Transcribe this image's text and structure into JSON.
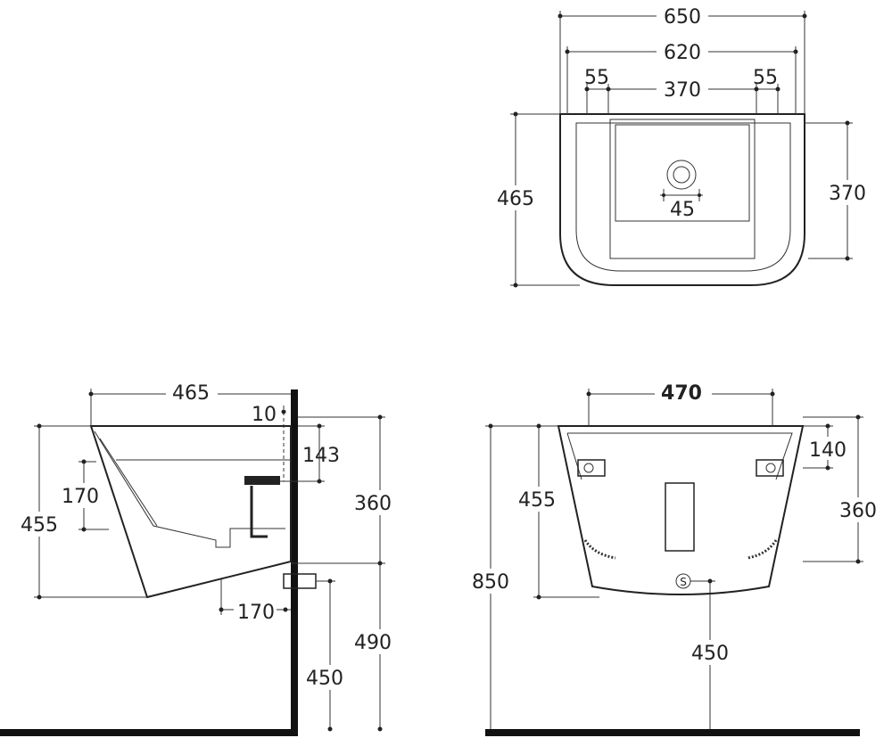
{
  "top_view": {
    "width_overall": "650",
    "width_inner": "620",
    "offset_left": "55",
    "offset_right": "55",
    "tap_spacing": "370",
    "depth_overall": "465",
    "depth_bowl": "370",
    "drain_diameter": "45"
  },
  "side_view": {
    "depth": "465",
    "wall_gap": "10",
    "height": "455",
    "bracket_height": "143",
    "bowl_depth": "170",
    "drain_offset": "170",
    "rim_to_drain": "360",
    "drain_to_floor": "490",
    "outlet_height": "450"
  },
  "front_view": {
    "fixing_spacing": "470",
    "fixing_height": "140",
    "height": "455",
    "rim_height": "850",
    "drain_height": "360",
    "outlet_height": "450",
    "outlet_symbol": "S"
  }
}
